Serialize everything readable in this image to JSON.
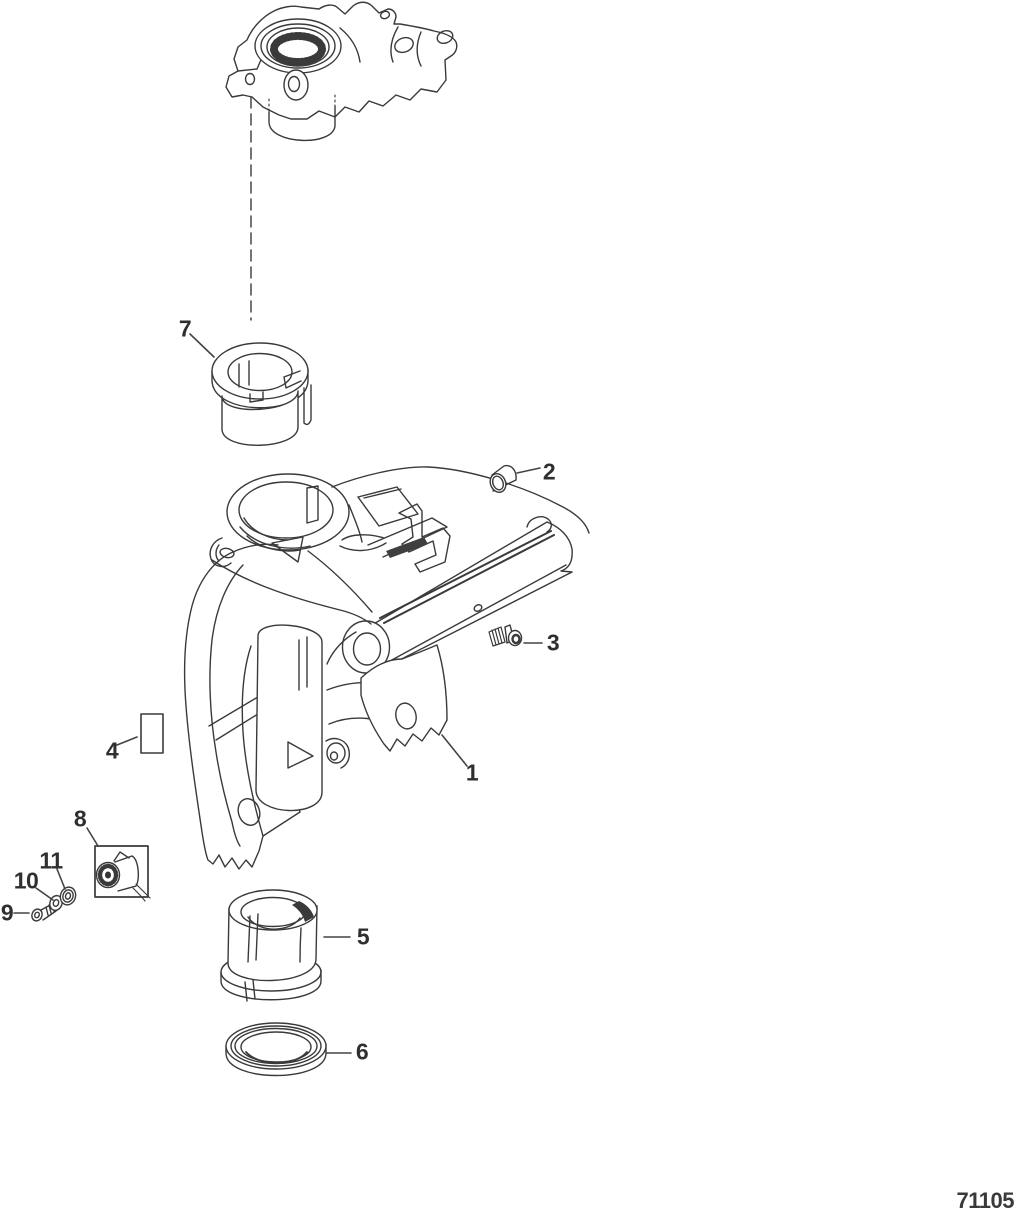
{
  "drawing_number": "71105",
  "callouts": [
    {
      "label": "1"
    },
    {
      "label": "2"
    },
    {
      "label": "3"
    },
    {
      "label": "4"
    },
    {
      "label": "5"
    },
    {
      "label": "6"
    },
    {
      "label": "7"
    },
    {
      "label": "8"
    },
    {
      "label": "9"
    },
    {
      "label": "10"
    },
    {
      "label": "11"
    }
  ]
}
